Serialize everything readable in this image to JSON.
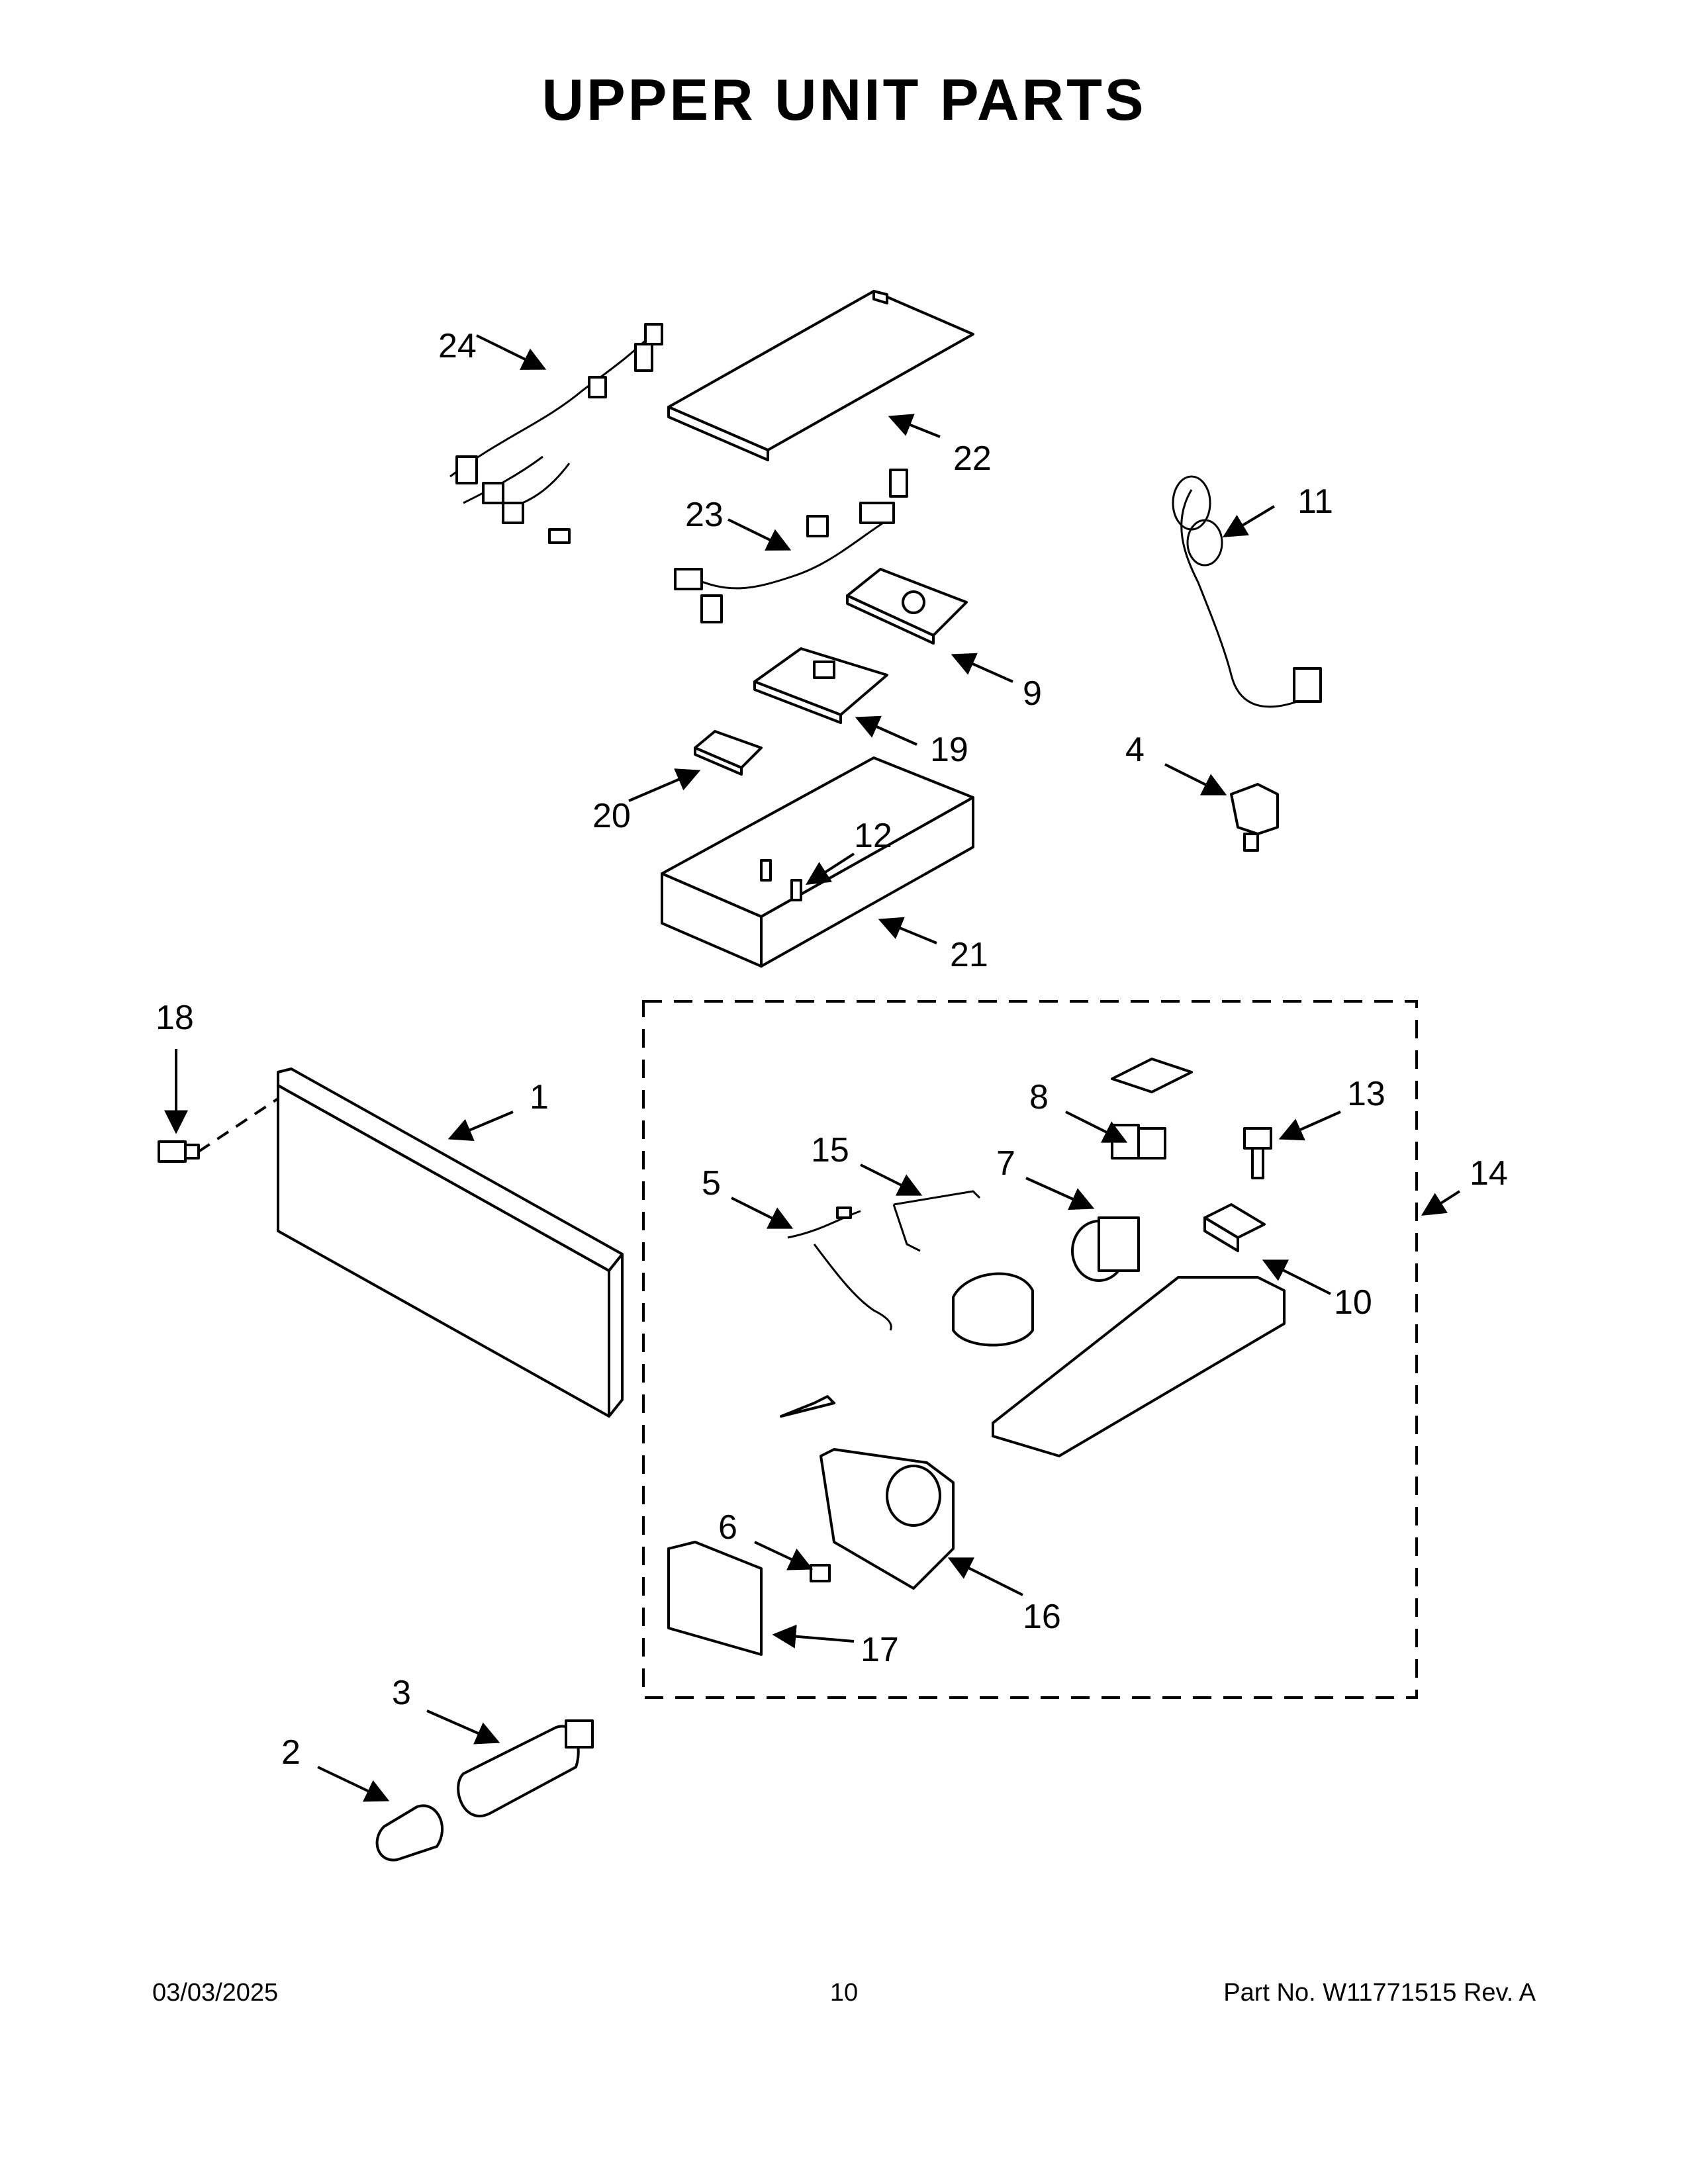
{
  "page": {
    "title": "UPPER UNIT PARTS",
    "footer": {
      "date": "03/03/2025",
      "page_number": "10",
      "part_number": "Part No.  W11771515  Rev.  A"
    }
  },
  "callouts": [
    {
      "id": "1",
      "label": "1"
    },
    {
      "id": "2",
      "label": "2"
    },
    {
      "id": "3",
      "label": "3"
    },
    {
      "id": "4",
      "label": "4"
    },
    {
      "id": "5",
      "label": "5"
    },
    {
      "id": "6",
      "label": "6"
    },
    {
      "id": "7",
      "label": "7"
    },
    {
      "id": "8",
      "label": "8"
    },
    {
      "id": "9",
      "label": "9"
    },
    {
      "id": "10",
      "label": "10"
    },
    {
      "id": "11",
      "label": "11"
    },
    {
      "id": "12",
      "label": "12"
    },
    {
      "id": "13",
      "label": "13"
    },
    {
      "id": "14",
      "label": "14"
    },
    {
      "id": "15",
      "label": "15"
    },
    {
      "id": "16",
      "label": "16"
    },
    {
      "id": "17",
      "label": "17"
    },
    {
      "id": "18",
      "label": "18"
    },
    {
      "id": "19",
      "label": "19"
    },
    {
      "id": "20",
      "label": "20"
    },
    {
      "id": "21",
      "label": "21"
    },
    {
      "id": "22",
      "label": "22"
    },
    {
      "id": "23",
      "label": "23"
    },
    {
      "id": "24",
      "label": "24"
    }
  ]
}
